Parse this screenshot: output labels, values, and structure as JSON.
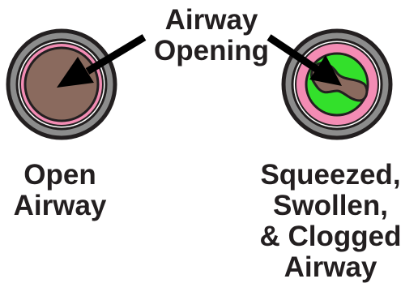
{
  "center_label": {
    "line1": "Airway",
    "line2": "Opening"
  },
  "left_label": {
    "line1": "Open",
    "line2": "Airway"
  },
  "right_label": {
    "line1": "Squeezed,",
    "line2": "Swollen,",
    "line3": "& Clogged",
    "line4": "Airway"
  },
  "colors": {
    "outer_ring": "#8c8c8c",
    "pink_ring": "#f38cb4",
    "airway_lumen": "#8a6a5e",
    "mucus": "#33e02b",
    "outline": "#231f20",
    "arrow": "#000000"
  }
}
